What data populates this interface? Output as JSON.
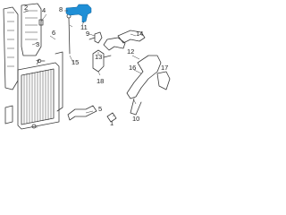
{
  "callouts": [
    "1",
    "2",
    "3",
    "4",
    "5",
    "6",
    "7",
    "8",
    "9",
    "10",
    "11",
    "12",
    "13",
    "14",
    "15",
    "16",
    "17",
    "18"
  ],
  "highlight_color": "#1f8fd6"
}
